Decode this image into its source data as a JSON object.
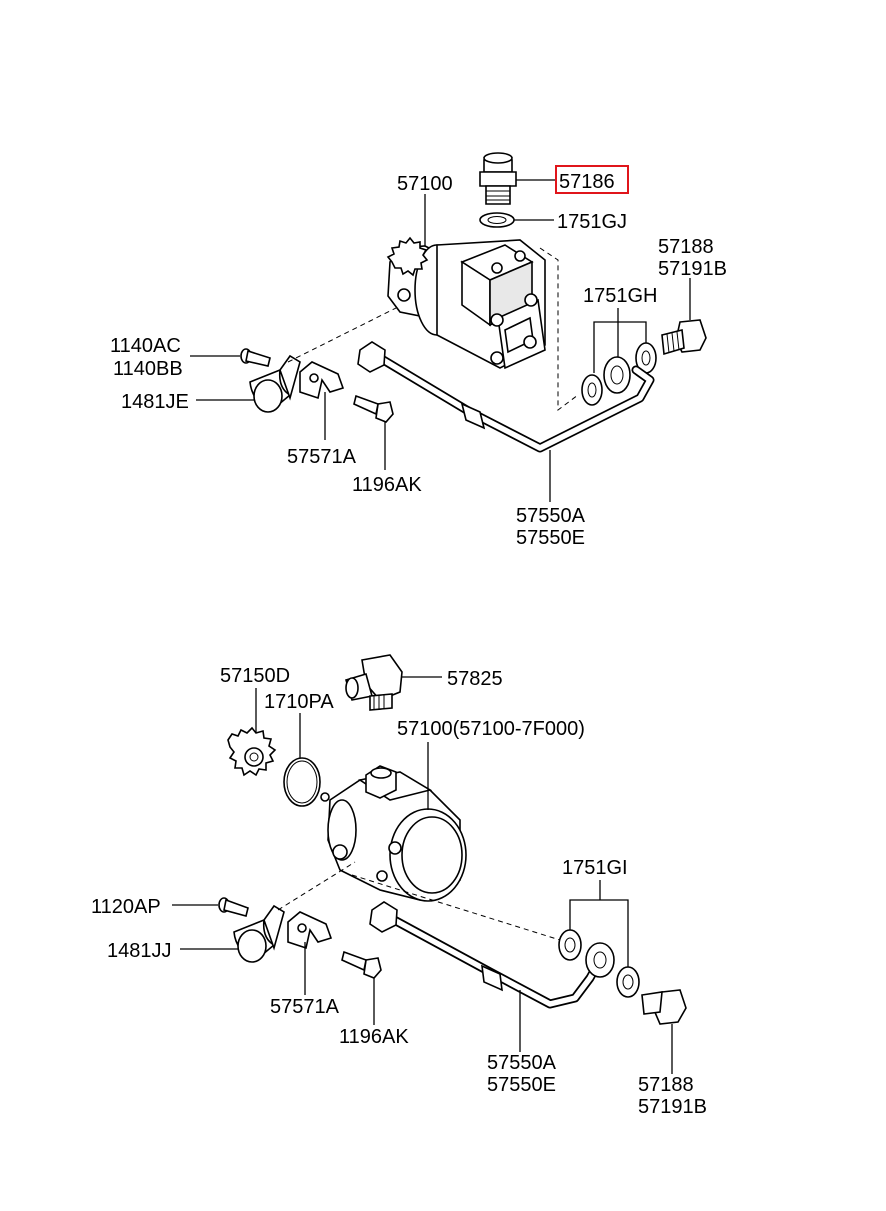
{
  "colors": {
    "highlight": "#e0151b",
    "ink": "#000000",
    "background": "#ffffff"
  },
  "upper": {
    "pump": "57100",
    "fitting": "57186",
    "fitting_washer": "1751GJ",
    "bolt_a": "57188",
    "bolt_b": "57191B",
    "washers": "1751GH",
    "screw_a": "1140AC",
    "screw_b": "1140BB",
    "clamp": "1481JE",
    "bracket": "57571A",
    "bolt_c": "1196AK",
    "hose_a": "57550A",
    "hose_b": "57550E"
  },
  "lower": {
    "gear": "57150D",
    "elbow": "57825",
    "oring": "1710PA",
    "pump": "57100(57100-7F000)",
    "washers": "1751GI",
    "screw": "1120AP",
    "clamp": "1481JJ",
    "bracket": "57571A",
    "bolt_c": "1196AK",
    "hose_a": "57550A",
    "hose_b": "57550E",
    "bolt_a": "57188",
    "bolt_b": "57191B"
  }
}
